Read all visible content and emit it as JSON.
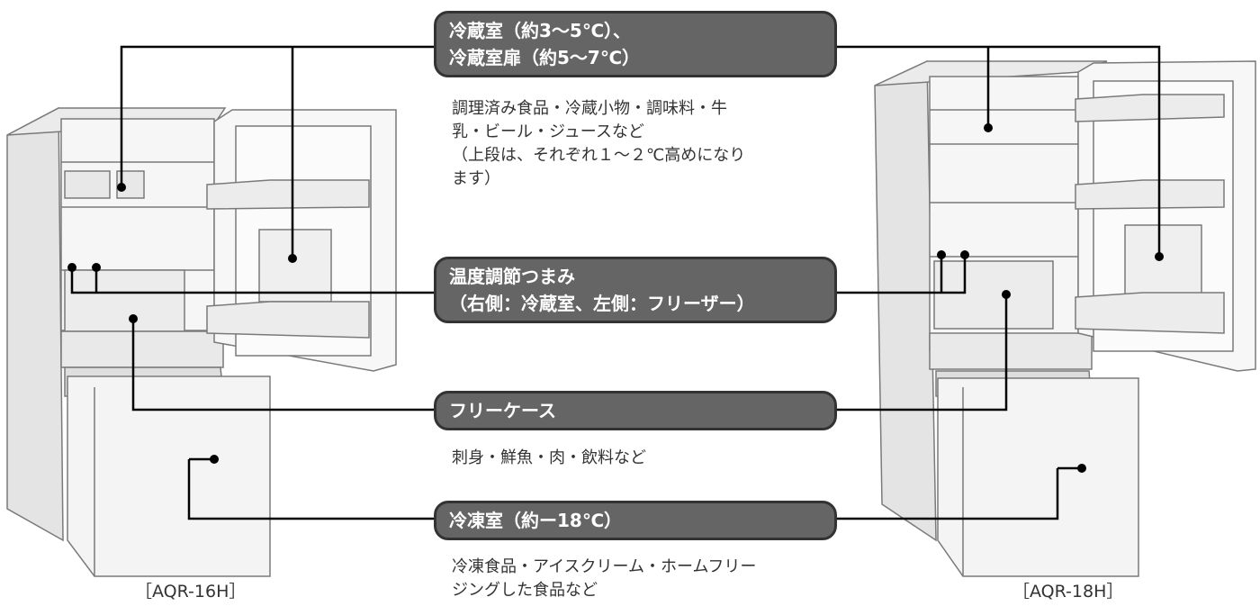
{
  "labels": {
    "fridge": {
      "line1": "冷蔵室（約3〜5℃）、",
      "line2": "冷蔵室扉（約5〜7℃）"
    },
    "dial": {
      "line1": "温度調節つまみ",
      "line2": "（右側：冷蔵室、左側：フリーザー）"
    },
    "free_case": {
      "line1": "フリーケース"
    },
    "freezer": {
      "line1": "冷凍室（約ー18℃）"
    }
  },
  "descriptions": {
    "fridge": [
      "調理済み食品・冷蔵小物・調味料・牛",
      "乳・ビール・ジュースなど",
      "（上段は、それぞれ１〜２℃高めになり",
      "ます）"
    ],
    "free_case": [
      "刺身・鮮魚・肉・飲料など"
    ],
    "freezer": [
      "冷凍食品・アイスクリーム・ホームフリー",
      "ジングした食品など"
    ]
  },
  "models": {
    "left": "［AQR-16H］",
    "right": "［AQR-18H］"
  },
  "colors": {
    "pill": "#656565",
    "pill_border": "#333333",
    "line": "#000000",
    "fridge_outline": "#7a7a7a",
    "fridge_fill": "#f1f1f1"
  }
}
